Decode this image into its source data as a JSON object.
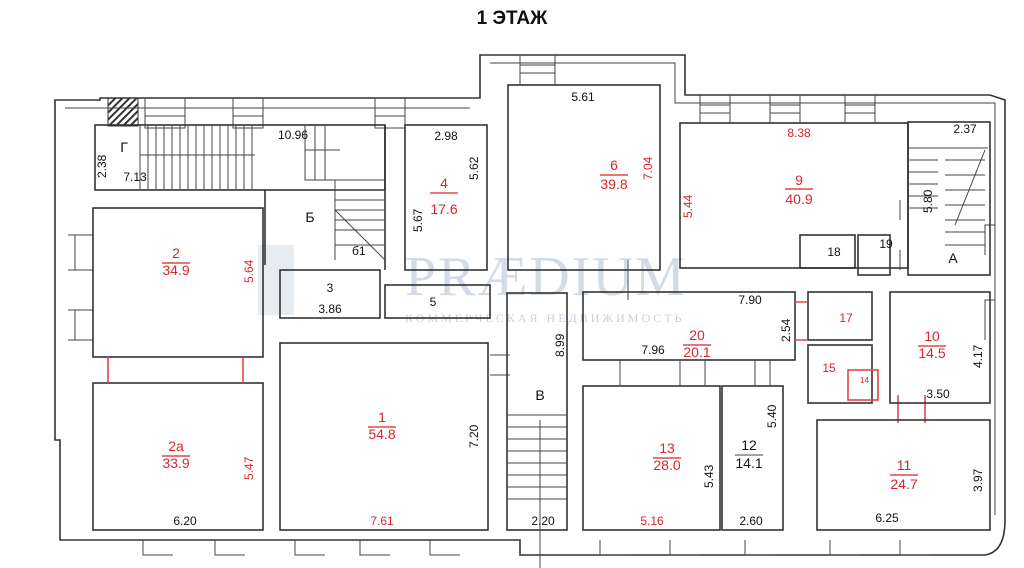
{
  "title": "1 ЭТАЖ",
  "watermark": {
    "brand": "PRÆDIUM",
    "tagline": "КОММЕРЧЕСКАЯ НЕДВИЖИМОСТЬ"
  },
  "rooms": {
    "r1": {
      "num": "1",
      "area": "54.8",
      "w": "7.61",
      "h": "7.20"
    },
    "r2": {
      "num": "2",
      "area": "34.9",
      "h": "5.64"
    },
    "r2a": {
      "num": "2а",
      "area": "33.9",
      "w": "6.20",
      "h": "5.47"
    },
    "r3": {
      "num": "3",
      "w": "3.86"
    },
    "r4": {
      "num": "4",
      "area": "17.6",
      "w": "2.98",
      "h1": "5.62",
      "h2": "5.67"
    },
    "r5": {
      "num": "5"
    },
    "r6": {
      "num": "6",
      "area": "39.8",
      "w": "5.61",
      "h": "7.04"
    },
    "r9": {
      "num": "9",
      "area": "40.9",
      "w": "8.38",
      "h": "5.44"
    },
    "r10": {
      "num": "10",
      "area": "14.5",
      "w": "3.50",
      "h": "4.17"
    },
    "r11": {
      "num": "11",
      "area": "24.7",
      "w": "6.25",
      "h": "3.97"
    },
    "r12": {
      "num": "12",
      "area": "14.1",
      "w": "2.60",
      "h": "5.40"
    },
    "r13": {
      "num": "13",
      "area": "28.0",
      "w": "5.16",
      "h": "5.43"
    },
    "r14": {
      "num": "14"
    },
    "r15": {
      "num": "15"
    },
    "r17": {
      "num": "17"
    },
    "r18": {
      "num": "18"
    },
    "r19": {
      "num": "19"
    },
    "r20": {
      "num": "20",
      "area": "20.1",
      "w1": "7.90",
      "w2": "7.96",
      "h": "2.54"
    },
    "stairA": {
      "label": "А",
      "w": "2.37",
      "h": "5.80"
    },
    "stairB": {
      "label": "Б",
      "sub": "б1",
      "w": "10.96"
    },
    "stairV": {
      "label": "В",
      "w": "2.20",
      "h": "8.99"
    },
    "stairG": {
      "label": "Г",
      "w": "7.13",
      "h": "2.38"
    }
  }
}
